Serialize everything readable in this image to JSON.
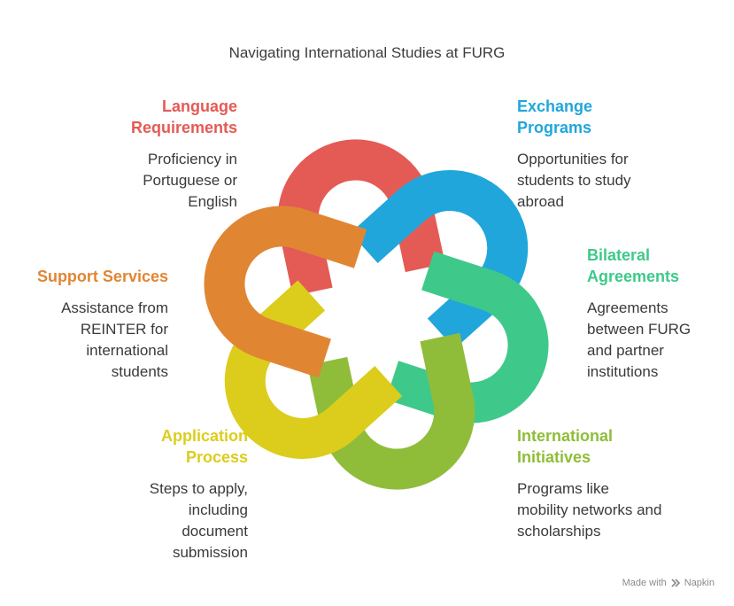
{
  "title": "Navigating International Studies at FURG",
  "petals": [
    {
      "id": "language",
      "heading": "Language Requirements",
      "description": "Proficiency in Portuguese or English",
      "color": "#e45a55"
    },
    {
      "id": "exchange",
      "heading": "Exchange Programs",
      "description": "Opportunities for students to study abroad",
      "color": "#21a6db"
    },
    {
      "id": "bilateral",
      "heading": "Bilateral Agreements",
      "description": "Agreements between FURG and partner institutions",
      "color": "#3ec98a"
    },
    {
      "id": "international",
      "heading": "International Initiatives",
      "description": "Programs like mobility networks and scholarships",
      "color": "#8fbd3a"
    },
    {
      "id": "application",
      "heading": "Application Process",
      "description": "Steps to apply, including document submission",
      "color": "#dccd1c"
    },
    {
      "id": "support",
      "heading": "Support Services",
      "description": "Assistance from REINTER for international students",
      "color": "#e08633"
    }
  ],
  "footer": {
    "made_with": "Made with",
    "brand": "Napkin"
  }
}
